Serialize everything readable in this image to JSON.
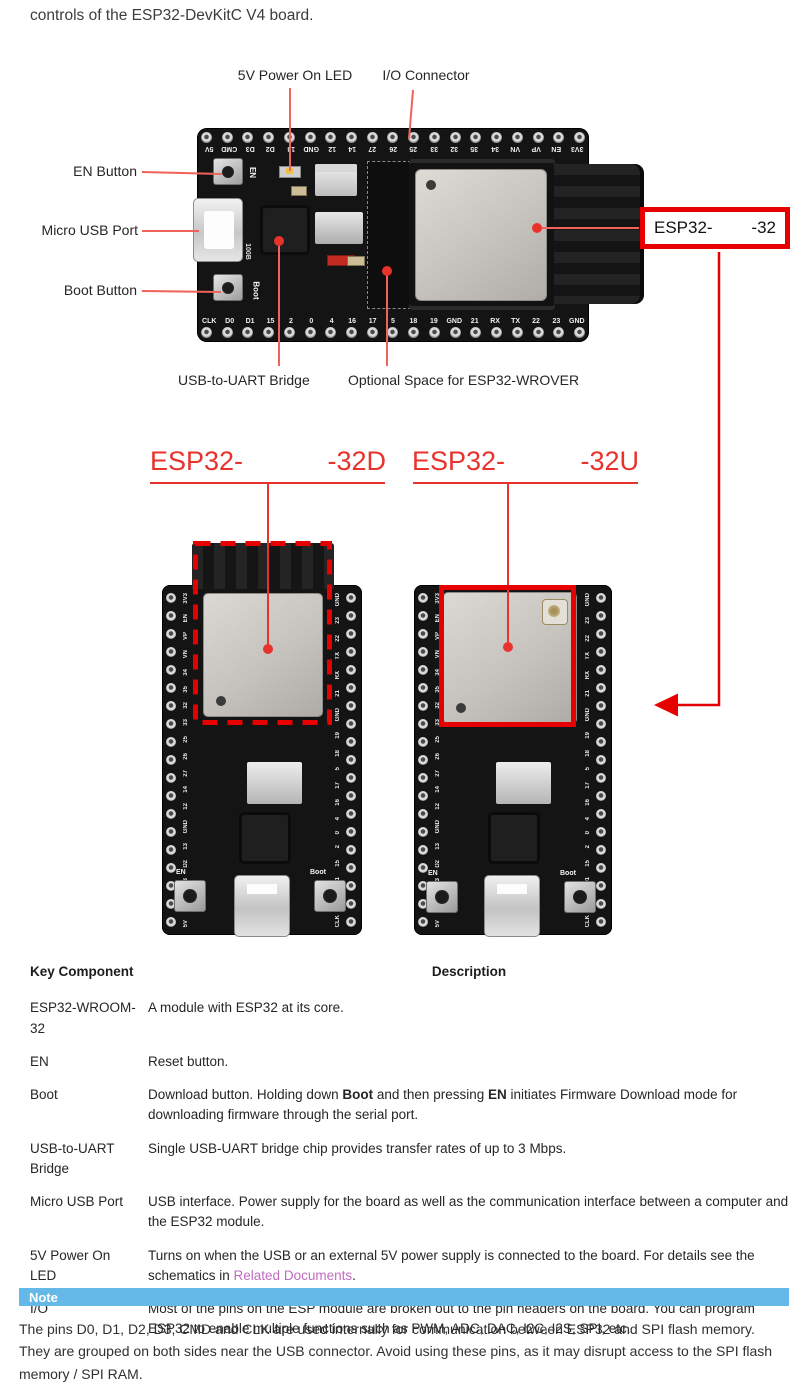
{
  "page": {
    "intro": "controls of the ESP32-DevKitC V4 board."
  },
  "colors": {
    "annotation_line_red": "#f0625a",
    "box_border_red": "#e60000",
    "heading_red": "#e8322c",
    "note_bar_blue": "#64b9e8",
    "link_purple": "#bf6cbf"
  },
  "figure1": {
    "callouts": {
      "power_led": "5V Power On LED",
      "io_connector": "I/O Connector",
      "en_button": "EN Button",
      "micro_usb": "Micro USB Port",
      "boot_button": "Boot Button",
      "usb_uart": "USB-to-UART Bridge",
      "wrover_space": "Optional Space for ESP32-WROVER"
    },
    "module_box": {
      "prefix": "ESP32-",
      "suffix": "-32"
    },
    "board": {
      "top_pins": [
        "5V",
        "CMD",
        "D3",
        "D2",
        "13",
        "GND",
        "12",
        "14",
        "27",
        "26",
        "25",
        "33",
        "32",
        "35",
        "34",
        "VN",
        "VP",
        "EN",
        "3V3"
      ],
      "bottom_pins": [
        "CLK",
        "D0",
        "D1",
        "15",
        "2",
        "0",
        "4",
        "16",
        "17",
        "5",
        "18",
        "19",
        "GND",
        "21",
        "RX",
        "TX",
        "22",
        "23",
        "GND"
      ],
      "silk_en": "EN",
      "silk_boot": "Boot",
      "silk_misc": "100B"
    }
  },
  "figure2": {
    "left_label": {
      "prefix": "ESP32-",
      "suffix": "-32D"
    },
    "right_label": {
      "prefix": "ESP32-",
      "suffix": "-32U"
    },
    "side_pins_left": [
      "3V3",
      "EN",
      "VP",
      "VN",
      "34",
      "35",
      "32",
      "33",
      "25",
      "26",
      "27",
      "14",
      "12",
      "GND",
      "13",
      "D2",
      "D3",
      "CMD",
      "5V"
    ],
    "side_pins_right": [
      "GND",
      "23",
      "22",
      "TX",
      "RX",
      "21",
      "GND",
      "19",
      "18",
      "5",
      "17",
      "16",
      "4",
      "0",
      "2",
      "15",
      "D1",
      "D0",
      "CLK"
    ],
    "silk_en": "EN",
    "silk_boot": "Boot"
  },
  "table": {
    "headers": {
      "component": "Key Component",
      "description": "Description"
    },
    "rows": [
      {
        "key": "ESP32-WROOM-32",
        "desc": [
          {
            "t": "A module with ESP32 at its core."
          }
        ]
      },
      {
        "key": "EN",
        "desc": [
          {
            "t": "Reset button."
          }
        ]
      },
      {
        "key": "Boot",
        "desc": [
          {
            "t": "Download button. Holding down "
          },
          {
            "t": "Boot",
            "b": true
          },
          {
            "t": " and then pressing "
          },
          {
            "t": "EN",
            "b": true
          },
          {
            "t": " initiates Firmware Download mode for downloading firmware through the serial port."
          }
        ]
      },
      {
        "key": "USB-to-UART Bridge",
        "desc": [
          {
            "t": "Single USB-UART bridge chip provides transfer rates of up to 3 Mbps."
          }
        ]
      },
      {
        "key": "Micro USB Port",
        "desc": [
          {
            "t": "USB interface. Power supply for the board as well as the communication interface between a computer and the ESP32 module."
          }
        ]
      },
      {
        "key": "5V Power On LED",
        "desc": [
          {
            "t": "Turns on when the USB or an external 5V power supply is connected to the board. For details see the schematics in "
          },
          {
            "t": "Related Documents",
            "link": true
          },
          {
            "t": "."
          }
        ]
      },
      {
        "key": "I/O",
        "desc": [
          {
            "t": "Most of the pins on the ESP module are broken out to the pin headers on the board. You can program ESP32 to enable multiple functions such as PWM, ADC, DAC, I2C, I2S, SPI, etc."
          }
        ]
      }
    ]
  },
  "note": {
    "title": "Note",
    "text": "The pins D0, D1, D2, D3, CMD and CLK are used internally for communication between ESP32 and SPI flash memory. They are grouped on both sides near the USB connector. Avoid using these pins, as it may disrupt access to the SPI flash memory / SPI RAM."
  }
}
